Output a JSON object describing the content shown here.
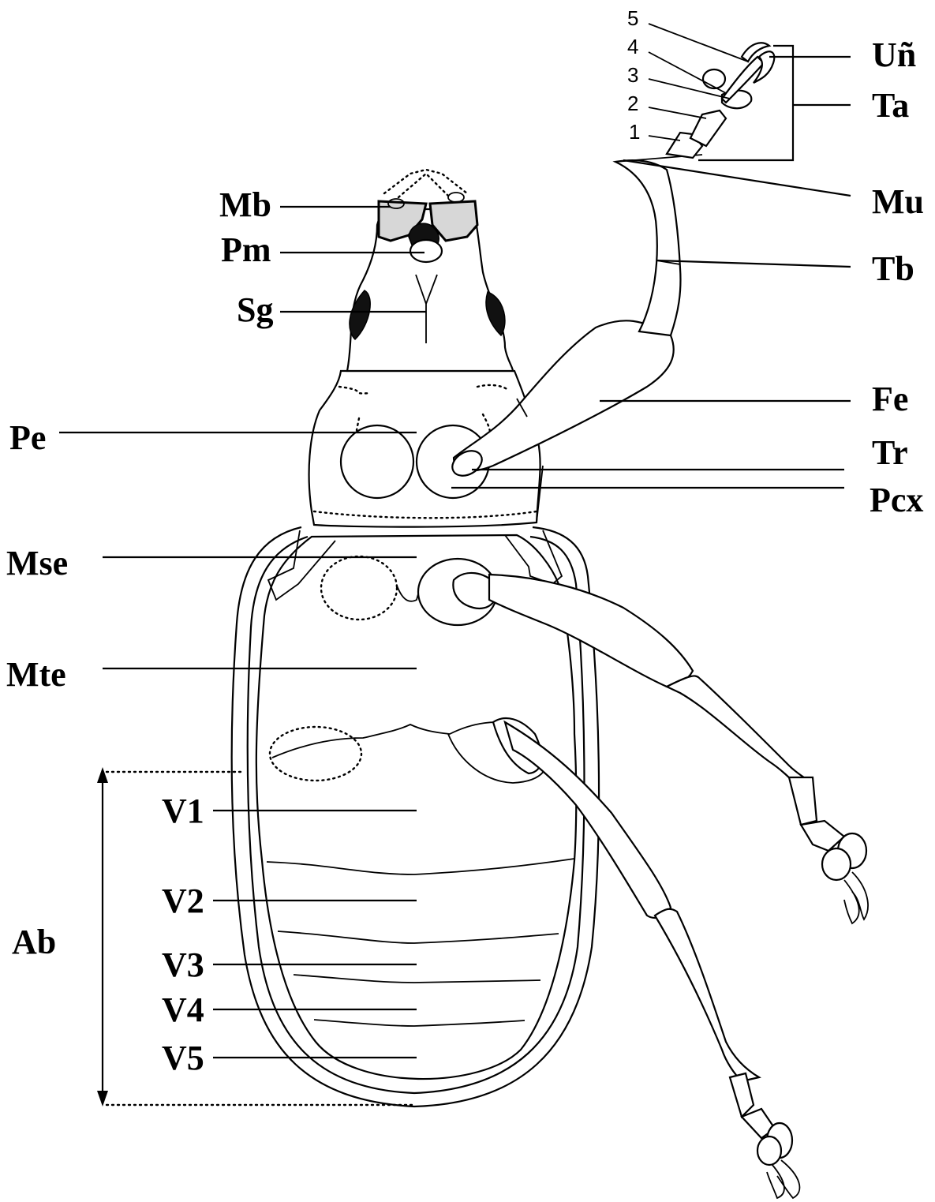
{
  "labels": {
    "left": {
      "mb": "Mb",
      "pm": "Pm",
      "sg": "Sg",
      "pe": "Pe",
      "mse": "Mse",
      "mte": "Mte",
      "v1": "V1",
      "v2": "V2",
      "v3": "V3",
      "v4": "V4",
      "v5": "V5",
      "ab": "Ab"
    },
    "right": {
      "un": "Uñ",
      "ta": "Ta",
      "mu": "Mu",
      "tb": "Tb",
      "fe": "Fe",
      "tr": "Tr",
      "pcx": "Pcx"
    },
    "tarsal_segments": [
      "1",
      "2",
      "3",
      "4",
      "5"
    ]
  },
  "colors": {
    "line": "#000000",
    "background": "#ffffff",
    "mandible_fill": "#d7d7d7",
    "eye_fill": "#111111"
  }
}
